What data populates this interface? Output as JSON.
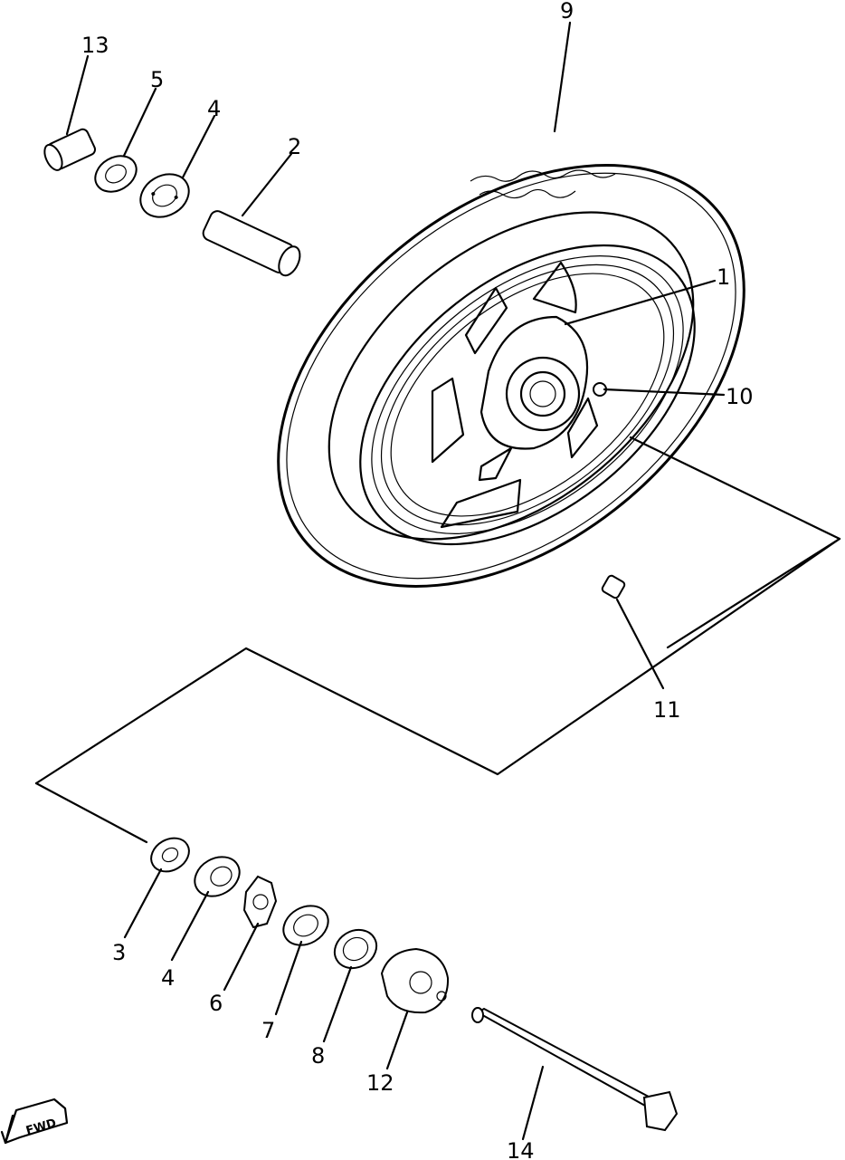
{
  "diagram": {
    "callouts": {
      "c1": "1",
      "c2": "2",
      "c3": "3",
      "c4a": "4",
      "c4b": "4",
      "c5": "5",
      "c6": "6",
      "c7": "7",
      "c8": "8",
      "c9": "9",
      "c10": "10",
      "c11": "11",
      "c12": "12",
      "c13": "13",
      "c14": "14"
    },
    "direction_mark": "FWD"
  }
}
